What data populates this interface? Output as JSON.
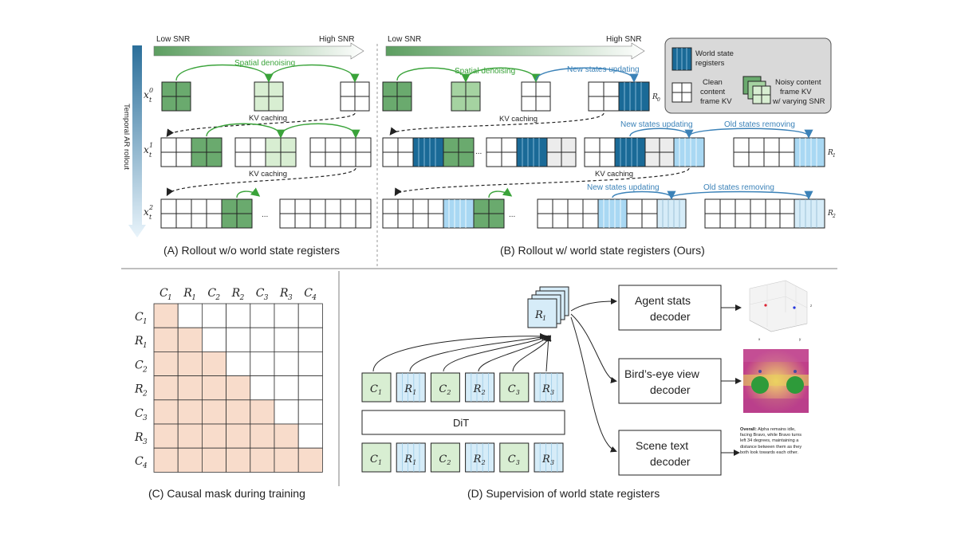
{
  "panel_a": {
    "low_snr": "Low SNR",
    "high_snr": "High SNR",
    "spatial_denoising": "Spatial denoising",
    "kv_caching_1": "KV caching",
    "kv_caching_2": "KV caching",
    "vertical_label": "Temporal AR rollout",
    "row_labels": [
      "x",
      "x",
      "x"
    ],
    "row_sup": [
      "0",
      "1",
      "2"
    ],
    "row_sub": [
      "t",
      "t",
      "t"
    ],
    "ellipsis": "...",
    "caption": "(A) Rollout w/o world state registers"
  },
  "panel_b": {
    "low_snr": "Low SNR",
    "high_snr": "High SNR",
    "spatial_denoising": "Spatial denoising",
    "new_states_1": "New states updating",
    "kv_caching_1": "KV caching",
    "new_states_2": "New states updating",
    "old_states_2": "Old states removing",
    "kv_caching_2": "KV caching",
    "new_states_3": "New states updating",
    "old_states_3": "Old states removing",
    "register_labels": [
      "R",
      "R",
      "R"
    ],
    "register_subs": [
      "0",
      "1",
      "2"
    ],
    "ellipsis": "...",
    "caption": "(B) Rollout w/ world state registers (Ours)"
  },
  "legend": {
    "world_state": [
      "World state",
      "registers"
    ],
    "clean": [
      "Clean",
      "content",
      "frame KV"
    ],
    "noisy": [
      "Noisy content",
      "frame KV",
      "w/ varying SNR"
    ]
  },
  "panel_c": {
    "col_labels": [
      "C",
      "R",
      "C",
      "R",
      "C",
      "R",
      "C"
    ],
    "col_subs": [
      "1",
      "1",
      "2",
      "2",
      "3",
      "3",
      "4"
    ],
    "row_labels": [
      "C",
      "R",
      "C",
      "R",
      "C",
      "R",
      "C"
    ],
    "row_subs": [
      "1",
      "1",
      "2",
      "2",
      "3",
      "3",
      "4"
    ],
    "mask": [
      [
        1,
        0,
        0,
        0,
        0,
        0,
        0
      ],
      [
        1,
        1,
        0,
        0,
        0,
        0,
        0
      ],
      [
        1,
        1,
        1,
        0,
        0,
        0,
        0
      ],
      [
        1,
        1,
        1,
        1,
        0,
        0,
        0
      ],
      [
        1,
        1,
        1,
        1,
        1,
        0,
        0
      ],
      [
        1,
        1,
        1,
        1,
        1,
        1,
        0
      ],
      [
        1,
        1,
        1,
        1,
        1,
        1,
        1
      ]
    ],
    "caption": "(C) Causal mask during training"
  },
  "panel_d": {
    "register_label": "R",
    "register_sub": "1",
    "top_tokens": [
      {
        "l": "C",
        "s": "1"
      },
      {
        "l": "R",
        "s": "1"
      },
      {
        "l": "C",
        "s": "2"
      },
      {
        "l": "R",
        "s": "2"
      },
      {
        "l": "C",
        "s": "3"
      },
      {
        "l": "R",
        "s": "3"
      }
    ],
    "bottom_tokens": [
      {
        "l": "C",
        "s": "1"
      },
      {
        "l": "R",
        "s": "1"
      },
      {
        "l": "C",
        "s": "2"
      },
      {
        "l": "R",
        "s": "2"
      },
      {
        "l": "C",
        "s": "3"
      },
      {
        "l": "R",
        "s": "3"
      }
    ],
    "dit": "DiT",
    "decoders": [
      {
        "line1": "Agent stats",
        "line2": "decoder"
      },
      {
        "line1": "Bird’s-eye view",
        "line2": "decoder"
      },
      {
        "line1": "Scene text",
        "line2": "decoder"
      }
    ],
    "plot_axis_labels": [
      "x",
      "y",
      "z"
    ],
    "scene_text_bold": "Overall:",
    "scene_text": "Alpha remains idle, facing Bravo, while Bravo turns left 34 degrees, maintaining a distance between them as they both look towards each other.",
    "caption": "(D) Supervision of world state registers"
  },
  "colors": {
    "green_dark": "#6aaa6e",
    "green_mid": "#a5d3a1",
    "green_light": "#d8eed2",
    "navy": "#1a6a97",
    "sky": "#a9d8f3",
    "sky_light": "#d6ecf8",
    "mask_fill": "#f8dccb",
    "legend_bg": "#d9d9d9"
  }
}
